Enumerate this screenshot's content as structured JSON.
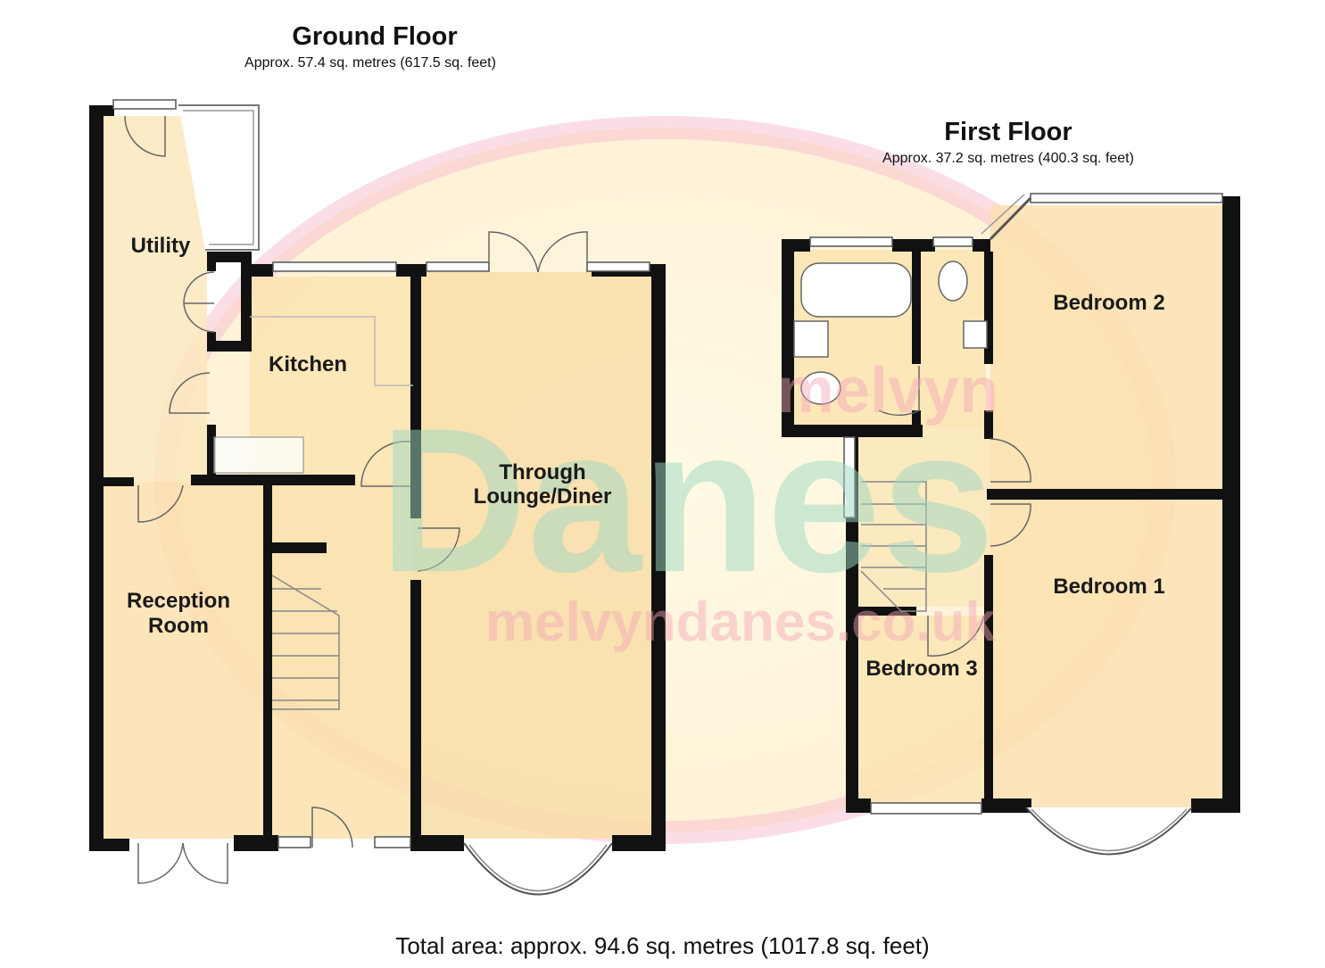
{
  "ground_floor": {
    "title": "Ground Floor",
    "area": "Approx. 57.4 sq. metres (617.5 sq. feet)",
    "rooms": {
      "utility": "Utility",
      "kitchen": "Kitchen",
      "lounge_line1": "Through",
      "lounge_line2": "Lounge/Diner",
      "reception_line1": "Reception",
      "reception_line2": "Room"
    }
  },
  "first_floor": {
    "title": "First Floor",
    "area": "Approx. 37.2 sq. metres (400.3 sq. feet)",
    "rooms": {
      "bedroom1": "Bedroom 1",
      "bedroom2": "Bedroom 2",
      "bedroom3": "Bedroom 3"
    }
  },
  "total_area": "Total area: approx. 94.6 sq. metres (1017.8 sq. feet)",
  "watermark": {
    "top": "melvyn",
    "middle": "Danes",
    "bottom": "melvyndanes.co.uk"
  },
  "colors": {
    "wall": "#111111",
    "floor_fill": "#fbe6b4",
    "watermark_pink": "#f4a6b8",
    "watermark_green": "#9ed9c3"
  }
}
